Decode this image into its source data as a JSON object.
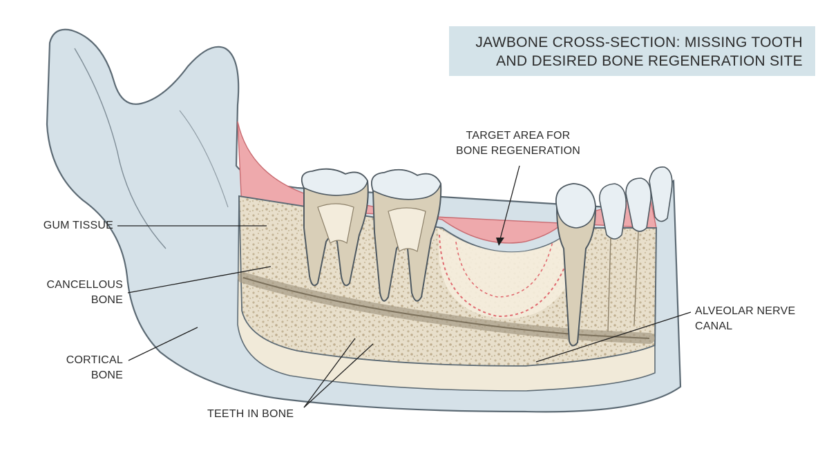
{
  "title": {
    "line1": "JAWBONE CROSS-SECTION: MISSING TOOTH",
    "line2": "AND DESIRED BONE REGENERATION SITE"
  },
  "labels": {
    "target_area": {
      "line1": "TARGET AREA FOR",
      "line2": "BONE REGENERATION"
    },
    "gum_tissue": "GUM TISSUE",
    "cancellous_bone": {
      "line1": "CANCELLOUS",
      "line2": "BONE"
    },
    "cortical_bone": {
      "line1": "CORTICAL",
      "line2": "BONE"
    },
    "teeth_in_bone": "TEETH IN BONE",
    "alveolar_nerve_canal": {
      "line1": "ALVEOLAR NERVE",
      "line2": "CANAL"
    }
  },
  "colors": {
    "cortical": "#d5e1e8",
    "cortical_outline": "#5c6a74",
    "cancellous": "#e6dcc7",
    "cancellous_dots": "#c2b396",
    "inner_bone": "#f1ead9",
    "gum": "#eea9ac",
    "enamel": "#e8eff3",
    "dentin": "#d9cfb8",
    "pulp": "#f3ecdc",
    "target_dash": "#e06a6f",
    "title_bg": "#d4e3e9"
  }
}
